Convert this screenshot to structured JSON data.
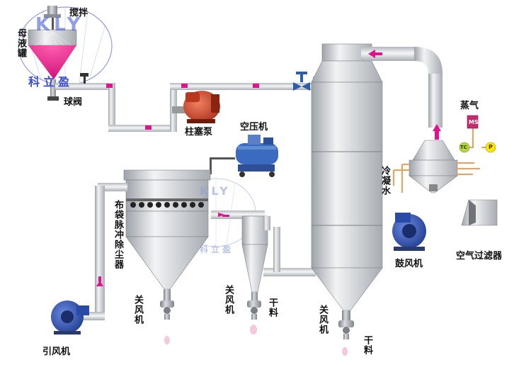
{
  "labels": {
    "stir": "搅拌",
    "mother_liquor_tank": "母液罐",
    "ball_valve": "球阀",
    "plunger_pump": "柱塞泵",
    "air_compressor": "空压机",
    "steam": "蒸气",
    "cooling_water": "冷凝水",
    "bag_pulse_dust_collector": "布袋脉冲除尘器",
    "blower": "鼓风机",
    "air_filter": "空气过滤器",
    "rotary_valve_1": "关风机",
    "rotary_valve_2": "关风机",
    "rotary_valve_3": "关风机",
    "dry_material_1": "干料",
    "dry_material_2": "干料",
    "induced_draft_fan": "引风机"
  },
  "watermark": {
    "letters": "KLY",
    "brand": "科立盈"
  },
  "badges": {
    "ms": "MS",
    "tc": "TC",
    "p": "P"
  },
  "colors": {
    "pipe": "#c9ccd1",
    "vessel": "#bfc3c8",
    "flow_marker": "#e0138c",
    "pump": "#c8442c",
    "blower": "#2a4aa8",
    "steam_line": "#f0a050",
    "watermark": "#3a4fd0"
  }
}
